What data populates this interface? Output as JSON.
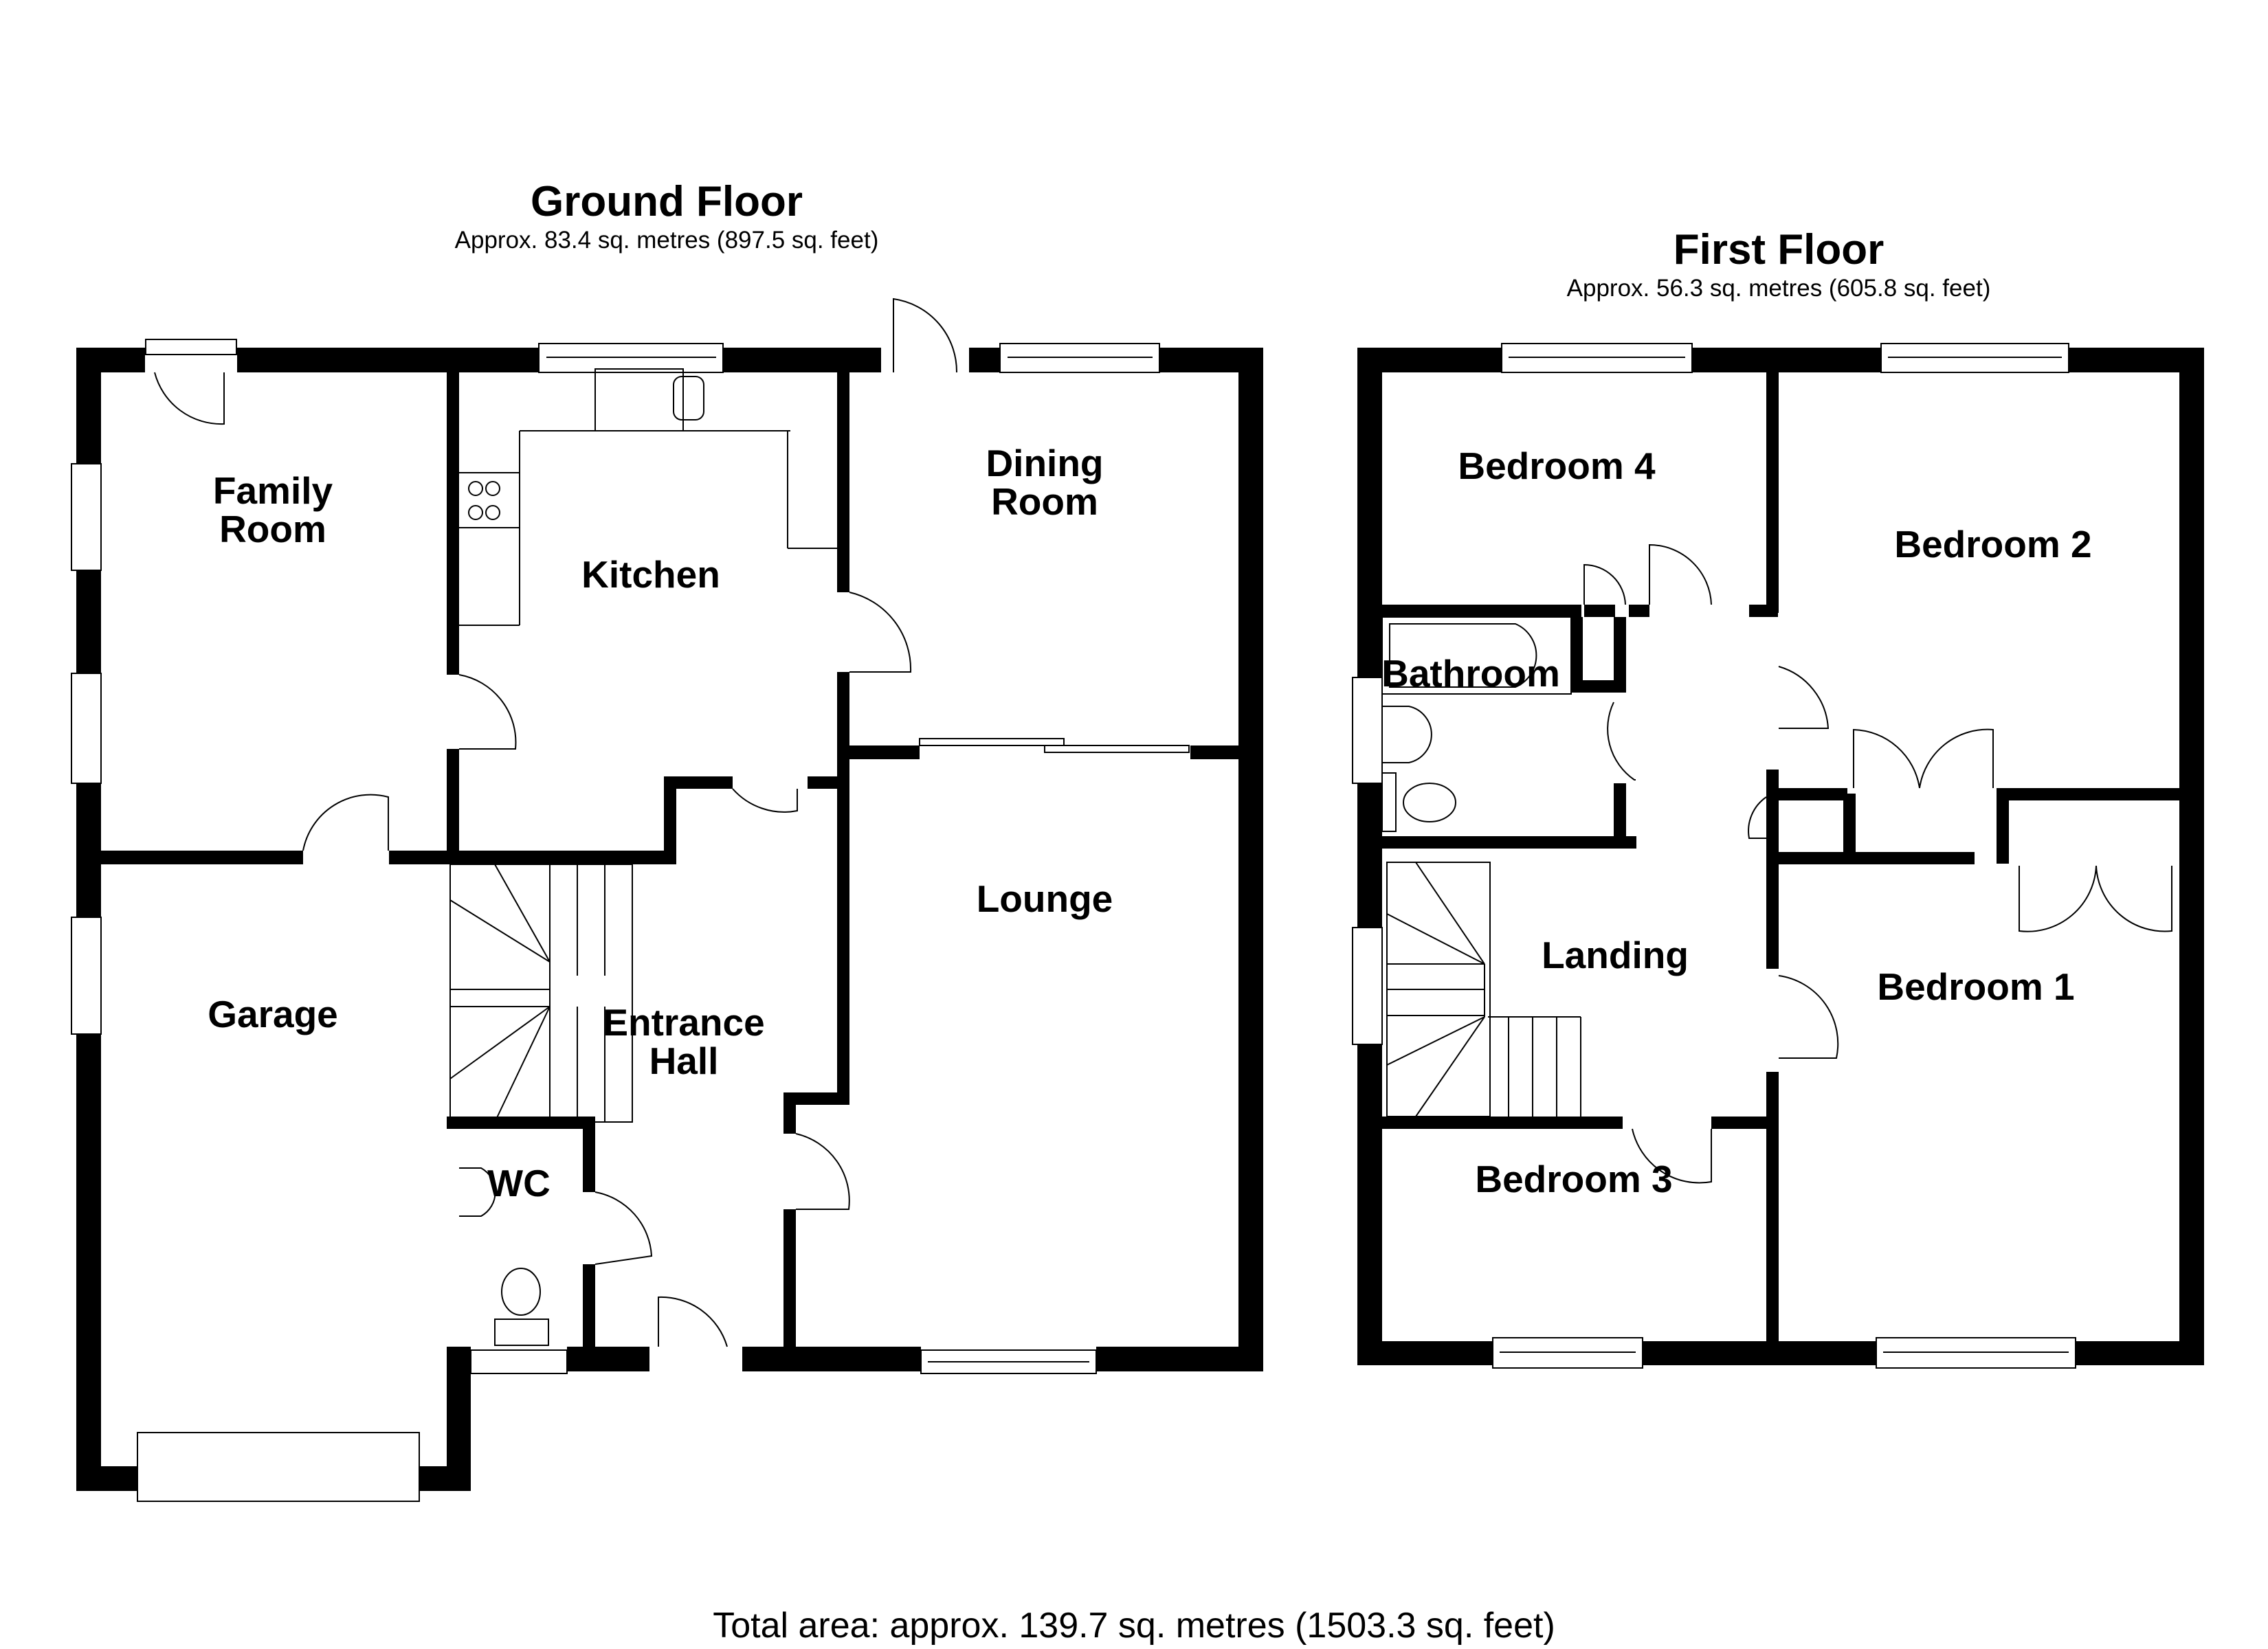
{
  "ground_floor": {
    "title": "Ground Floor",
    "area": "Approx. 83.4 sq. metres (897.5 sq. feet)",
    "rooms": [
      {
        "id": "family-room",
        "label": "Family\nRoom"
      },
      {
        "id": "kitchen",
        "label": "Kitchen"
      },
      {
        "id": "dining-room",
        "label": "Dining\nRoom"
      },
      {
        "id": "lounge",
        "label": "Lounge"
      },
      {
        "id": "garage",
        "label": "Garage"
      },
      {
        "id": "entrance-hall",
        "label": "Entrance\nHall"
      },
      {
        "id": "wc",
        "label": "WC"
      }
    ]
  },
  "first_floor": {
    "title": "First Floor",
    "area": "Approx. 56.3 sq. metres (605.8 sq. feet)",
    "rooms": [
      {
        "id": "bedroom-4",
        "label": "Bedroom 4"
      },
      {
        "id": "bedroom-2",
        "label": "Bedroom 2"
      },
      {
        "id": "bathroom",
        "label": "Bathroom"
      },
      {
        "id": "landing",
        "label": "Landing"
      },
      {
        "id": "bedroom-1",
        "label": "Bedroom 1"
      },
      {
        "id": "bedroom-3",
        "label": "Bedroom 3"
      }
    ]
  },
  "total_area": "Total area: approx. 139.7 sq. metres (1503.3 sq. feet)",
  "colors": {
    "wall": "#000000",
    "background": "#ffffff",
    "line": "#000000"
  }
}
